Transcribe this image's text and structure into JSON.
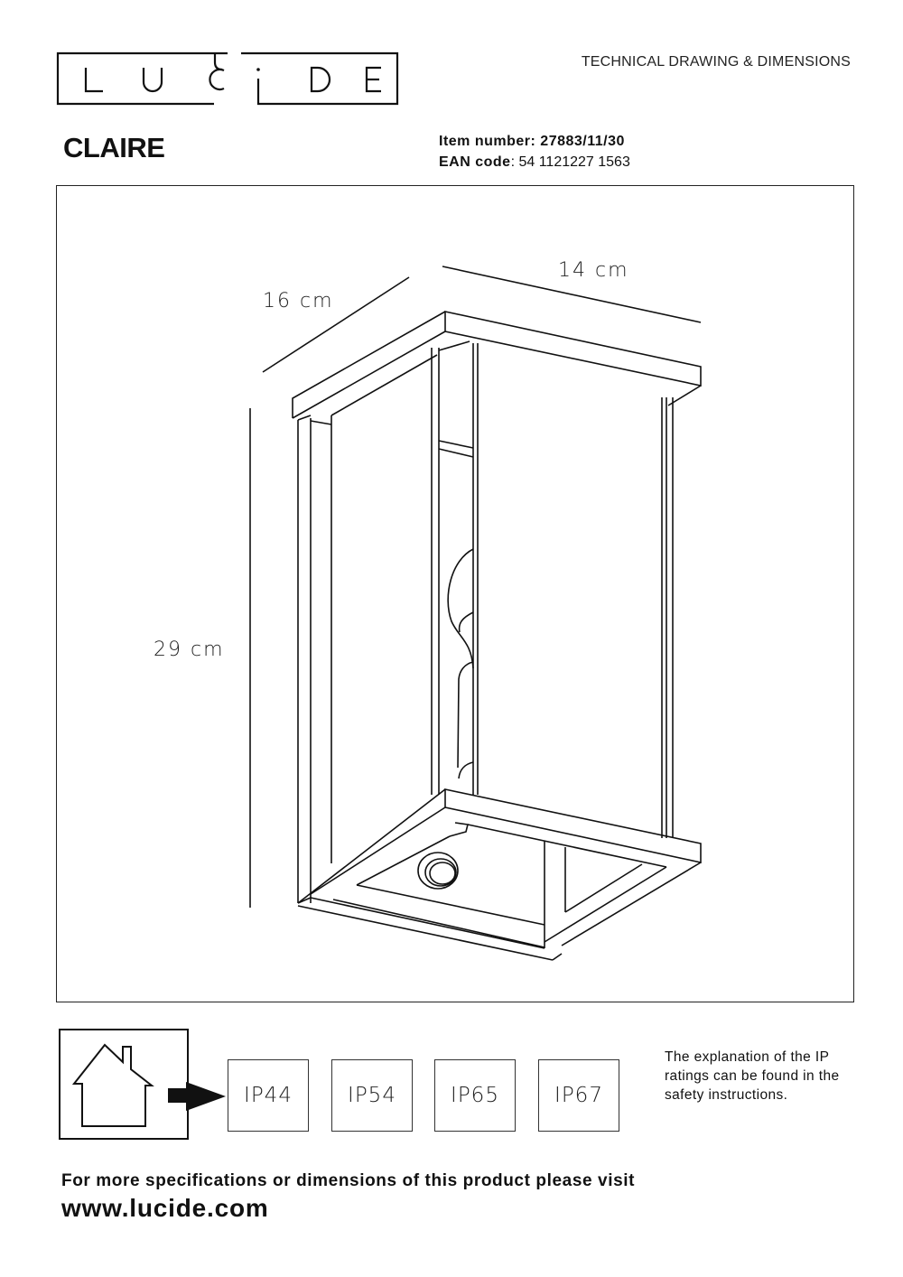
{
  "header": {
    "brand": "LUCIDE",
    "brand_letters": [
      "L",
      "U",
      "C",
      "i",
      "D",
      "E"
    ],
    "doc_type": "TECHNICAL DRAWING & DIMENSIONS"
  },
  "product": {
    "name": "CLAIRE",
    "item_number_label": "Item number",
    "item_number": "27883/11/30",
    "ean_label": "EAN code",
    "ean": "54 1121227 1563"
  },
  "drawing": {
    "dimensions": {
      "depth": "16 cm",
      "width": "14 cm",
      "height": "29 cm"
    },
    "stroke_color": "#111111"
  },
  "ip_ratings": {
    "icon": "indoor-house-icon",
    "arrow": "arrow-right-icon",
    "ratings": [
      "IP44",
      "IP54",
      "IP65",
      "IP67"
    ],
    "note": "The explanation of the IP ratings can be found in the safety instructions."
  },
  "footer": {
    "text": "For more specifications or dimensions of this product please visit",
    "url": "www.lucide.com"
  }
}
